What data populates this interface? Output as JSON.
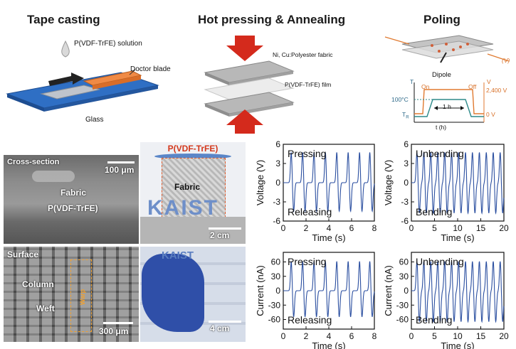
{
  "top": {
    "tape_casting": {
      "title": "Tape casting",
      "solution_label": "P(VDF-TrFE) solution",
      "blade_label": "Doctor blade",
      "glass_label": "Glass"
    },
    "hot_pressing": {
      "title": "Hot pressing & Annealing",
      "fabric_label": "Ni, Cu:Polyester fabric",
      "film_label": "P(VDF-TrFE) film"
    },
    "poling": {
      "title": "Poling",
      "dipole_label": "Dipole",
      "v_label": "(V)",
      "chart": {
        "y_left": "T",
        "y_right": "V",
        "on": "On",
        "off": "Off",
        "temp_high": "100°C",
        "temp_low": "T",
        "temp_low_sub": "R",
        "voltage_high": "2,400 V",
        "voltage_low": "0 V",
        "duration": "1 h",
        "xlabel": "t (h)"
      }
    }
  },
  "images": {
    "cross_section": {
      "label": "Cross-section",
      "scale": "100 μm",
      "fabric": "Fabric",
      "film": "P(VDF-TrFE)"
    },
    "top_photo": {
      "label": "P(VDF-TrFE)",
      "fabric": "Fabric",
      "kaist": "KAIST",
      "scale": "2 cm"
    },
    "surface": {
      "label": "Surface",
      "column": "Column",
      "weft": "Weft",
      "warp": "Warp",
      "scale": "300 μm"
    },
    "hand_photo": {
      "kaist": "KAIST",
      "scale": "4 cm"
    }
  },
  "chart_data": [
    {
      "type": "line",
      "title": "",
      "xlabel": "Time (s)",
      "ylabel": "Voltage (V)",
      "xlim": [
        0,
        8
      ],
      "ylim": [
        -6,
        6
      ],
      "xticks": [
        0,
        2,
        4,
        6,
        8
      ],
      "yticks": [
        6,
        3,
        0,
        -3,
        -6
      ],
      "annotations": [
        "Pressing",
        "Releasing"
      ],
      "peak_times": [
        0.7,
        1.7,
        2.7,
        3.7,
        4.7,
        5.7,
        6.7,
        7.6
      ],
      "peak_pos": 4.8,
      "peak_neg": -4.5
    },
    {
      "type": "line",
      "title": "",
      "xlabel": "Time (s)",
      "ylabel": "Voltage (V)",
      "xlim": [
        0,
        20
      ],
      "ylim": [
        -6,
        6
      ],
      "xticks": [
        0,
        5,
        10,
        15,
        20
      ],
      "yticks": [
        6,
        3,
        0,
        -3,
        -6
      ],
      "annotations": [
        "Unbending",
        "Bending"
      ],
      "peak_times": [
        1.2,
        2.7,
        4.2,
        5.7,
        7.2,
        8.7,
        10.2,
        11.7,
        13.2,
        14.7,
        16.2,
        17.7,
        19.2
      ],
      "peak_pos": 4.8,
      "peak_neg": -4.8
    },
    {
      "type": "line",
      "title": "",
      "xlabel": "Time (s)",
      "ylabel": "Current (nA)",
      "xlim": [
        0,
        8
      ],
      "ylim": [
        -80,
        80
      ],
      "xticks": [
        0,
        2,
        4,
        6,
        8
      ],
      "yticks": [
        60,
        30,
        0,
        -30,
        -60
      ],
      "annotations": [
        "Pressing",
        "Releasing"
      ],
      "peak_times": [
        0.7,
        1.7,
        2.7,
        3.7,
        4.7,
        5.7,
        6.7,
        7.6
      ],
      "peak_pos": 62,
      "peak_neg": -55
    },
    {
      "type": "line",
      "title": "",
      "xlabel": "Time (s)",
      "ylabel": "Current (nA)",
      "xlim": [
        0,
        20
      ],
      "ylim": [
        -80,
        80
      ],
      "xticks": [
        0,
        5,
        10,
        15,
        20
      ],
      "yticks": [
        60,
        30,
        0,
        -30,
        -60
      ],
      "annotations": [
        "Unbending",
        "Bending"
      ],
      "peak_times": [
        1.2,
        2.7,
        4.2,
        5.7,
        7.2,
        8.7,
        10.2,
        11.7,
        13.2,
        14.7,
        16.2,
        17.7,
        19.2
      ],
      "peak_pos": 62,
      "peak_neg": -65
    }
  ],
  "colors": {
    "signal": "#2b4fa0",
    "red_arrow": "#d42a1c",
    "orange": "#e8823a",
    "teal": "#2e8a8a",
    "glass": "#2f6fc4"
  }
}
